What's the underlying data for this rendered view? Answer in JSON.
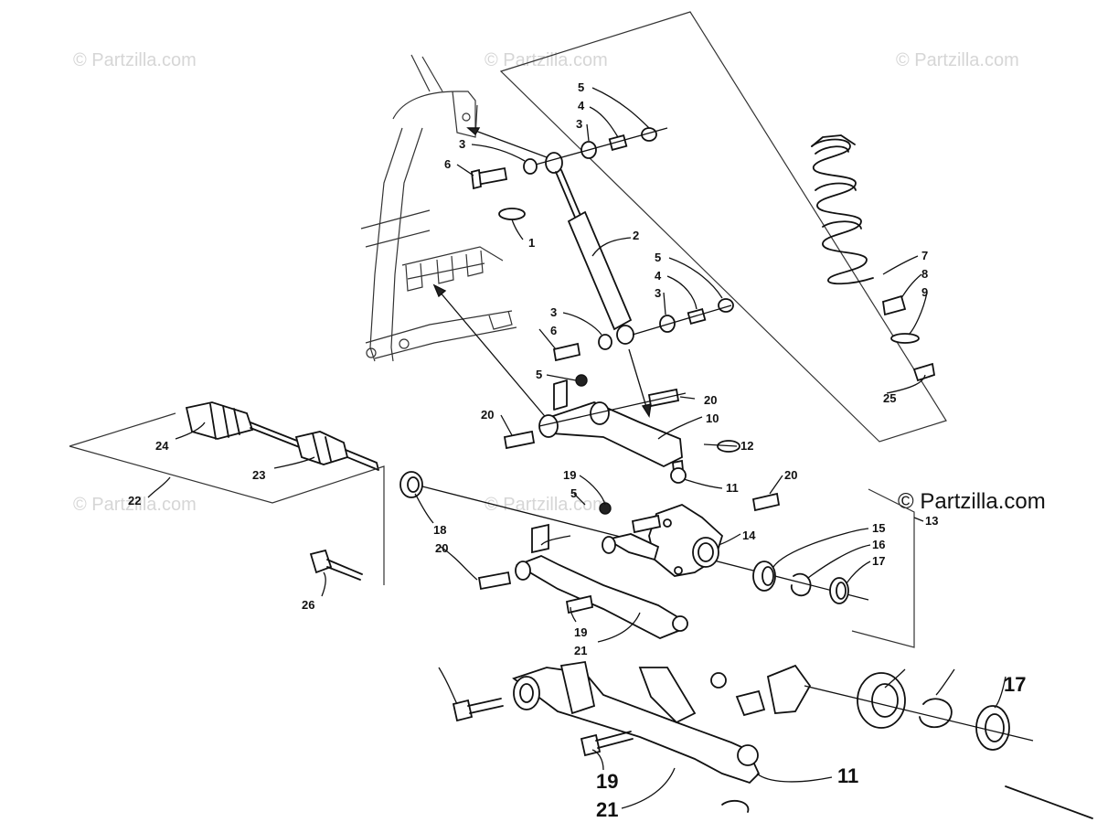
{
  "watermarks": {
    "faint": "© Partzilla.com",
    "main": "© Partzilla.com"
  },
  "callouts": {
    "c1": "1",
    "c2": "2",
    "c3a": "3",
    "c3b": "3",
    "c3c": "3",
    "c3d": "3",
    "c4a": "4",
    "c4b": "4",
    "c5a": "5",
    "c5b": "5",
    "c5c": "5",
    "c5d": "5",
    "c6a": "6",
    "c6b": "6",
    "c7": "7",
    "c8": "8",
    "c9": "9",
    "c10": "10",
    "c11": "11",
    "c12": "12",
    "c13": "13",
    "c14": "14",
    "c15": "15",
    "c16": "16",
    "c17": "17",
    "c18": "18",
    "c19a": "19",
    "c19b": "19",
    "c20a": "20",
    "c20b": "20",
    "c20c": "20",
    "c20d": "20",
    "c21": "21",
    "c22": "22",
    "c23": "23",
    "c24": "24",
    "c25": "25",
    "c26": "26",
    "z17": "17",
    "z19": "19",
    "z11": "11",
    "z21": "21"
  }
}
